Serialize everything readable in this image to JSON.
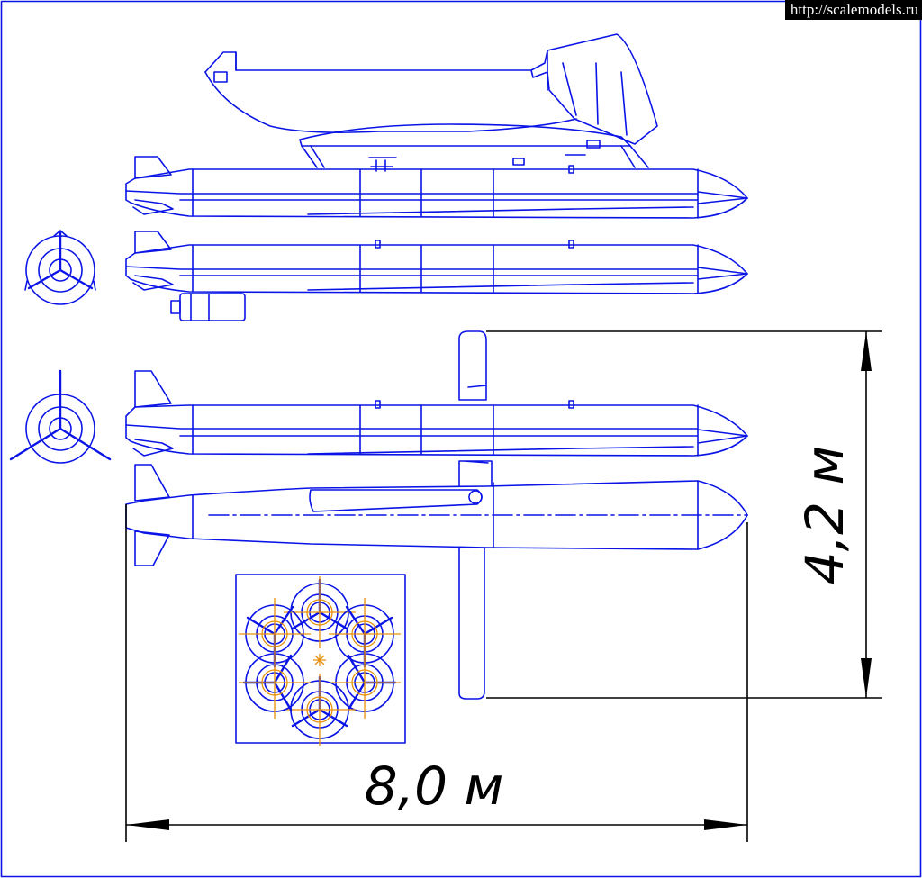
{
  "watermark": "http://scalemodels.ru",
  "dimensions": {
    "height_label": "4,2 м",
    "length_label": "8,0 м"
  },
  "colors": {
    "line": "#0a14e6",
    "construction": "#e8900a",
    "dimension": "#000000",
    "background": "#ffffff"
  }
}
